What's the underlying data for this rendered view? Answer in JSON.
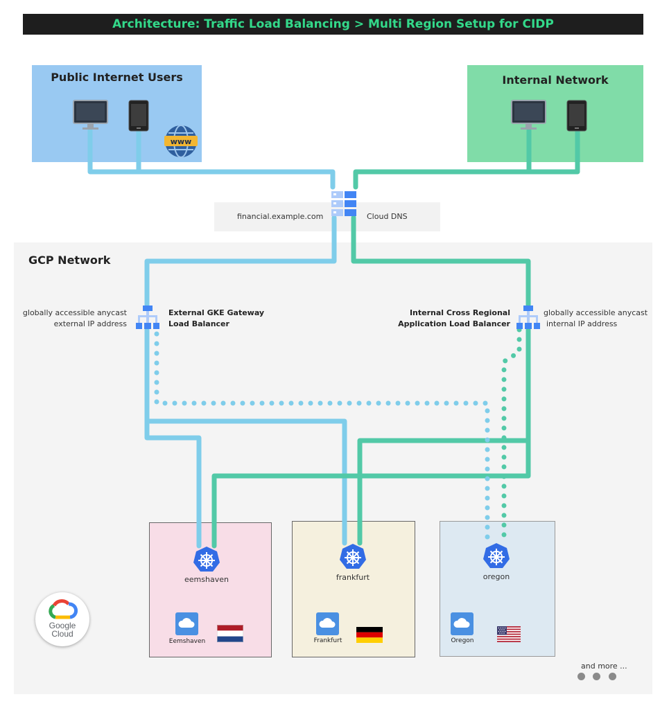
{
  "title": "Architecture: Traffic Load Balancing > Multi Region Setup for CIDP",
  "public_box": {
    "title": "Public Internet Users",
    "www_label": "www"
  },
  "internal_box": {
    "title": "Internal Network"
  },
  "dns": {
    "domain": "financial.example.com",
    "label": "Cloud DNS"
  },
  "gcp": {
    "title": "GCP Network"
  },
  "external_lb": {
    "desc_line1": "globally accessible anycast",
    "desc_line2": "external IP address",
    "name_line1": "External GKE Gateway",
    "name_line2": "Load Balancer"
  },
  "internal_lb": {
    "desc_line1": "globally accessible anycast",
    "desc_line2": "internal IP address",
    "name_line1": "Internal Cross Regional",
    "name_line2": "Application Load Balancer"
  },
  "regions": [
    {
      "name": "eemshaven",
      "location": "Eemshaven",
      "bg": "#f8dde7"
    },
    {
      "name": "frankfurt",
      "location": "Frankfurt",
      "bg": "#f5f0de"
    },
    {
      "name": "oregon",
      "location": "Oregon",
      "bg": "#dde9f2"
    }
  ],
  "google_cloud_logo": {
    "line1": "Google",
    "line2": "Cloud"
  },
  "more": "and more ...",
  "colors": {
    "external": "#7fcdea",
    "internal": "#52c9a7",
    "title_text": "#33d98a",
    "kubernetes": "#326ce5"
  }
}
